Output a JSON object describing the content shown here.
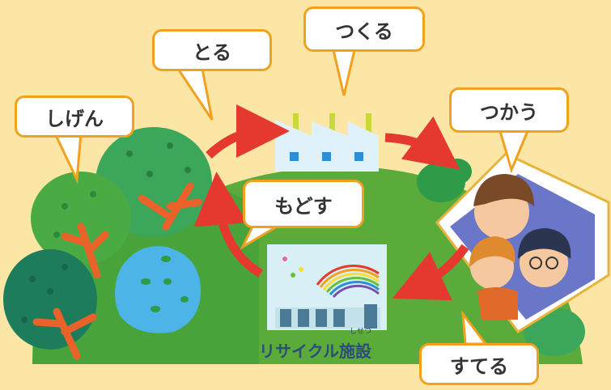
{
  "stages": {
    "nature": "しげん",
    "take": "とる",
    "make": "つくる",
    "use": "つかう",
    "throw": "すてる",
    "return": "もどす"
  },
  "facility": {
    "label": "リサイクル施設",
    "ruby": "しせつ"
  },
  "colors": {
    "background": "#fbe6a6",
    "hill": "#5aab3a",
    "bubble_border": "#f2a11e",
    "arrow": "#e5392f",
    "tree": "#2f9a48"
  }
}
